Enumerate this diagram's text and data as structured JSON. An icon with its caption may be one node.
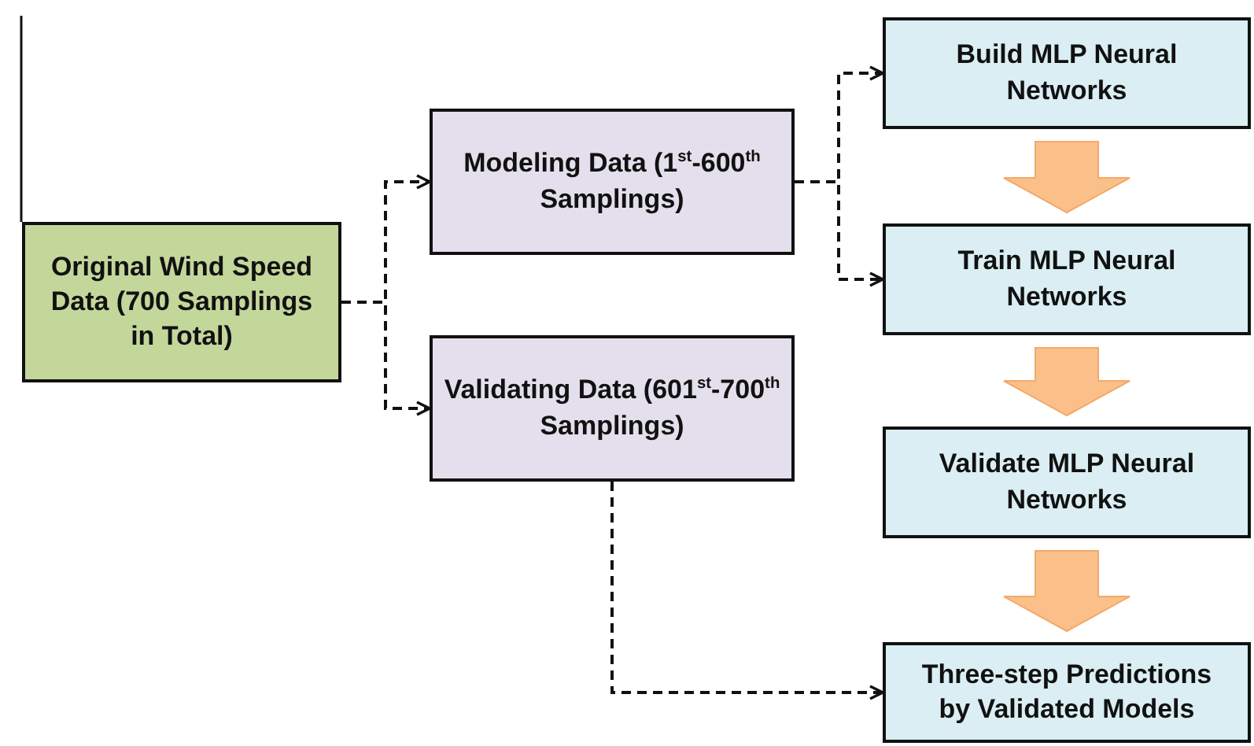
{
  "diagram": {
    "nodes": [
      {
        "text": [
          "Original Wind Speed Data (700 Samplings in Total)"
        ]
      },
      {
        "text": [
          "Modeling Data (1$^{st}$-600$^{th}$ Samplings)"
        ]
      },
      {
        "text": [
          "Validating Data (601$^{st}$-700$^{th}$ Samplings)"
        ]
      },
      {
        "text": [
          "Build MLP Neural Networks"
        ]
      },
      {
        "text": [
          "Train MLP Neural Networks"
        ]
      },
      {
        "text": [
          "Validate MLP Neural Networks"
        ]
      },
      {
        "text": [
          "Three-step Predictions by Validated Models"
        ]
      }
    ],
    "edges": [
      {
        "from": 0,
        "to": 1,
        "arrow": "to",
        "style": "dashed"
      },
      {
        "from": 0,
        "to": 2,
        "arrow": "to",
        "style": "dashed"
      },
      {
        "from": 1,
        "to": 3,
        "arrow": "to",
        "style": "dashed"
      },
      {
        "from": 1,
        "to": 4,
        "arrow": "to",
        "style": "dashed"
      },
      {
        "from": 3,
        "to": 4,
        "arrow": "to",
        "style": "thick",
        "color": "#fbc08a"
      },
      {
        "from": 4,
        "to": 5,
        "arrow": "to",
        "style": "thick",
        "color": "#fbc08a"
      },
      {
        "from": 5,
        "to": 6,
        "arrow": "to",
        "style": "thick",
        "color": "#fbc08a"
      },
      {
        "from": 2,
        "to": 6,
        "arrow": "to",
        "style": "dashed"
      }
    ]
  }
}
